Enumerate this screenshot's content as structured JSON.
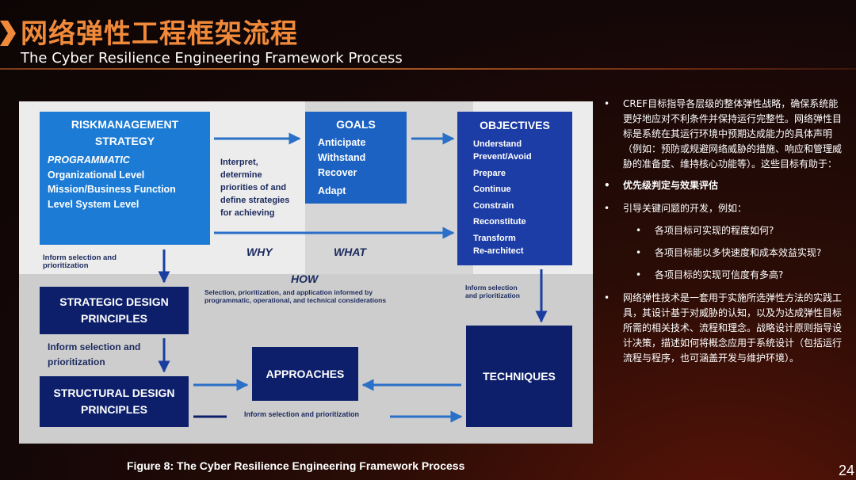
{
  "header": {
    "title_cn": "网络弹性工程框架流程",
    "title_en": "The Cyber Resilience Engineering Framework Process"
  },
  "diagram": {
    "risk": {
      "title1": "RISKMANAGEMENT",
      "title2": "STRATEGY",
      "line1": "PROGRAMMATIC",
      "line2": "Organizational Level",
      "line3": "Mission/Business Function",
      "line4": "Level  System Level"
    },
    "goals": {
      "title": "GOALS",
      "items": [
        "Anticipate",
        "Withstand",
        "Recover",
        "Adapt"
      ]
    },
    "objectives": {
      "title": "OBJECTIVES",
      "items": [
        "Understand",
        "Prevent/Avoid",
        "Prepare",
        "Continue",
        "Constrain",
        "Reconstitute",
        "Transform",
        "Re-architect"
      ]
    },
    "interpret_lines": [
      "Interpret,",
      "determine",
      "priorities of and",
      "define strategies",
      "for achieving"
    ],
    "why": "WHY",
    "what": "WHAT",
    "how": "HOW",
    "inform_left": [
      "Inform selection  and",
      "prioritization"
    ],
    "selection_note": [
      "Selection, prioritization, and application informed by",
      "programmatic, operational, and technical considerations"
    ],
    "inform_right": [
      "Inform selection",
      "and prioritization"
    ],
    "strategic": [
      "STRATEGIC DESIGN",
      "PRINCIPLES"
    ],
    "inform_mid": [
      "Inform selection and",
      "prioritization"
    ],
    "structural": [
      "STRUCTURAL DESIGN",
      "PRINCIPLES"
    ],
    "approaches": "APPROACHES",
    "techniques": "TECHNIQUES",
    "inform_bottom": "Inform selection and prioritization"
  },
  "caption": "Figure 8: The Cyber Resilience Engineering Framework Process",
  "page_number": "24",
  "bullets": {
    "b1": "CREF目标指导各层级的整体弹性战略，确保系统能更好地应对不利条件并保持运行完整性。网络弹性目标是系统在其运行环境中预期达成能力的具体声明（例如：预防或规避网络威胁的措施、响应和管理威胁的准备度、维持核心功能等）。这些目标有助于：",
    "b2": "优先级判定与效果评估",
    "b3": "引导关键问题的开发，例如：",
    "s1": "各项目标可实现的程度如何?",
    "s2": "各项目标能以多快速度和成本效益实现?",
    "s3": "各项目标的实现可信度有多高?",
    "b4": "网络弹性技术是一套用于实施所选弹性方法的实践工具，其设计基于对威胁的认知，以及为达成弹性目标所需的相关技术、流程和理念。战略设计原则指导设计决策，描述如何将概念应用于系统设计（包括运行流程与程序，也可涵盖开发与维护环境）。",
    "dot": "•"
  },
  "colors": {
    "title_orange": "#f08a3a",
    "risk_blue": "#1c7bd4",
    "goals_blue": "#1b62c2",
    "objectives_blue": "#1c3ca6",
    "navy": "#0d1f6a",
    "arrow_blue": "#2a6fc8"
  }
}
